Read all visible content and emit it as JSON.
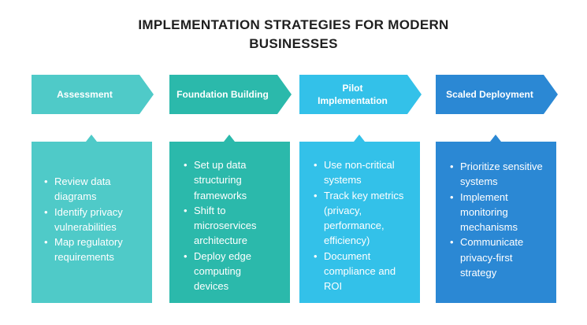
{
  "title": {
    "line1": "IMPLEMENTATION STRATEGIES FOR MODERN",
    "line2": "BUSINESSES"
  },
  "stages": [
    {
      "label": "Assessment",
      "color": "#4fcac8",
      "bullets": [
        "Review data diagrams",
        "Identify privacy vulnerabilities",
        "Map regulatory requirements"
      ]
    },
    {
      "label": "Foundation Building",
      "color": "#2bb9ab",
      "bullets": [
        "Set up data structuring frameworks",
        "Shift to microservices architecture",
        "Deploy edge computing devices"
      ]
    },
    {
      "label": "Pilot Implementation",
      "color": "#33c1e9",
      "bullets": [
        "Use non-critical systems",
        "Track key metrics (privacy, performance, efficiency)",
        "Document compliance and ROI"
      ]
    },
    {
      "label": "Scaled Deployment",
      "color": "#2b88d4",
      "bullets": [
        "Prioritize sensitive systems",
        "Implement monitoring mechanisms",
        "Communicate privacy-first strategy"
      ]
    }
  ]
}
